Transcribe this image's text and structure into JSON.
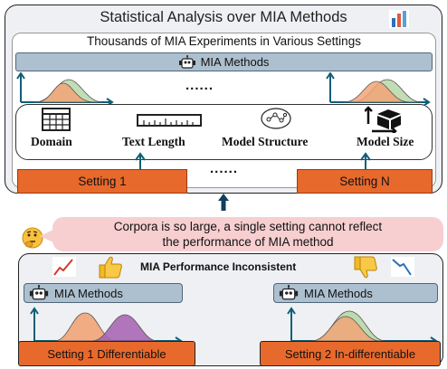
{
  "top": {
    "title": "Statistical Analysis over MIA Methods",
    "subtitle": "Thousands of MIA Experiments in Various Settings",
    "mia_methods_label": "MIA Methods",
    "ellipsis": "......",
    "features": [
      {
        "label": "Domain",
        "icon": "grid-table-icon"
      },
      {
        "label": "Text Length",
        "icon": "ruler-icon"
      },
      {
        "label": "Model Structure",
        "icon": "network-structure-icon"
      },
      {
        "label": "Model Size",
        "icon": "cube-size-icon"
      }
    ],
    "setting_first": "Setting 1",
    "setting_last": "Setting N",
    "setting_ellipsis": "......"
  },
  "note": {
    "line1": "Corpora is so large, a single setting  cannot reflect",
    "line2": "the performance of MIA method"
  },
  "bottom": {
    "perf_title": "MIA Performance Inconsistent",
    "left_mia_label": "MIA Methods",
    "right_mia_label": "MIA Methods",
    "left_setting": "Setting 1 Differentiable",
    "right_setting": "Setting 2 In-differentiable"
  },
  "colors": {
    "orange": "#e8692c",
    "mia_blue": "#adc0cf",
    "note_pink": "#f7cfd0",
    "panel_gray": "#eef0f3",
    "axis_teal": "#0f5f76",
    "dist_orange": "#f2a477",
    "dist_green": "#b7d7a8",
    "dist_purple": "#a45fb0"
  }
}
